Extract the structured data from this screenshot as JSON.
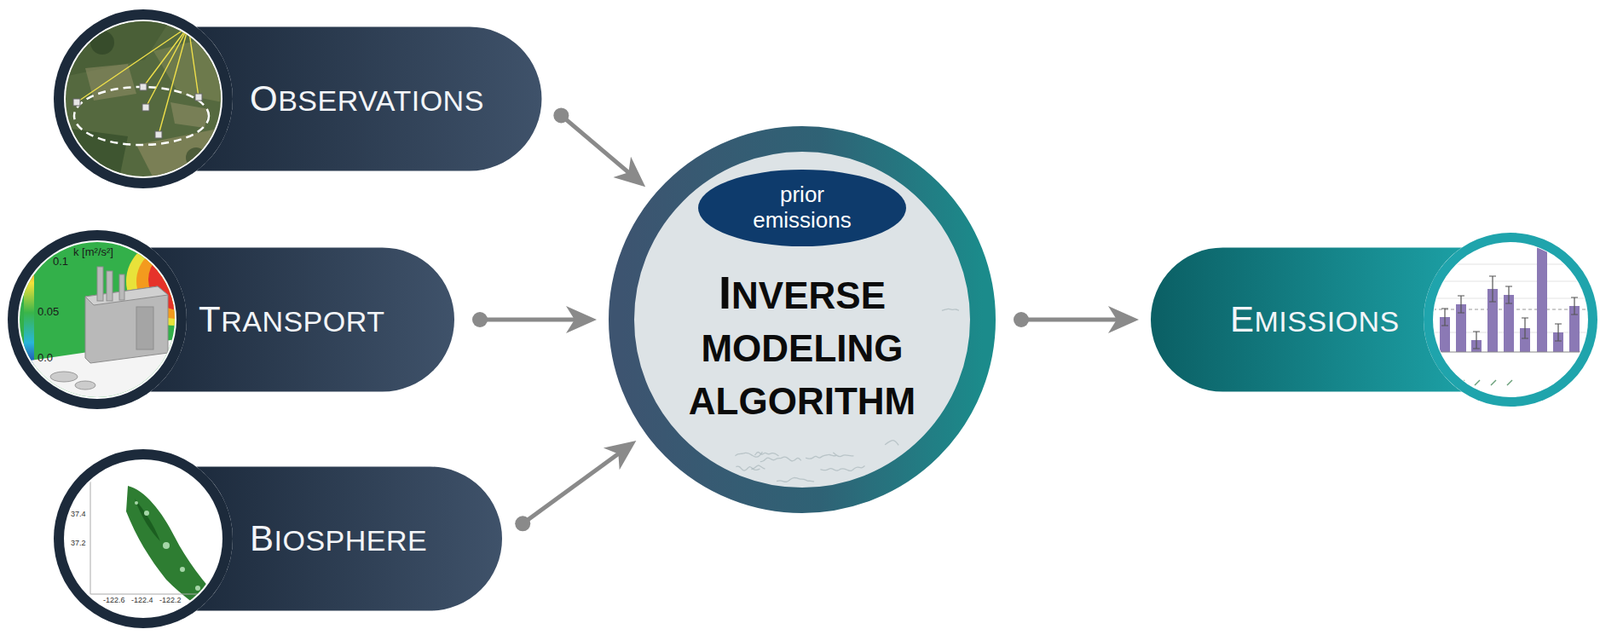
{
  "diagram": {
    "nodes": [
      {
        "text": [
          "OBSERVATIONS"
        ]
      },
      {
        "text": [
          "TRANSPORT"
        ]
      },
      {
        "text": [
          "BIOSPHERE"
        ]
      },
      {
        "text": [
          "INVERSE MODELING ALGORITHM"
        ]
      },
      {
        "text": [
          "prior emissions"
        ],
        "in": 3
      },
      {
        "text": [
          "EMISSIONS"
        ]
      }
    ],
    "edges": [
      {
        "from": 0,
        "to": 3,
        "arrow": "to"
      },
      {
        "from": 1,
        "to": 3,
        "arrow": "to"
      },
      {
        "from": 2,
        "to": 3,
        "arrow": "to"
      },
      {
        "from": 3,
        "to": 5,
        "arrow": "to"
      }
    ],
    "labels": [
      "k [m²/s²]",
      "0.1",
      "0.05",
      "0.0",
      "37.4",
      "37.2",
      "-122.6",
      "-122.4",
      "-122.2"
    ]
  }
}
